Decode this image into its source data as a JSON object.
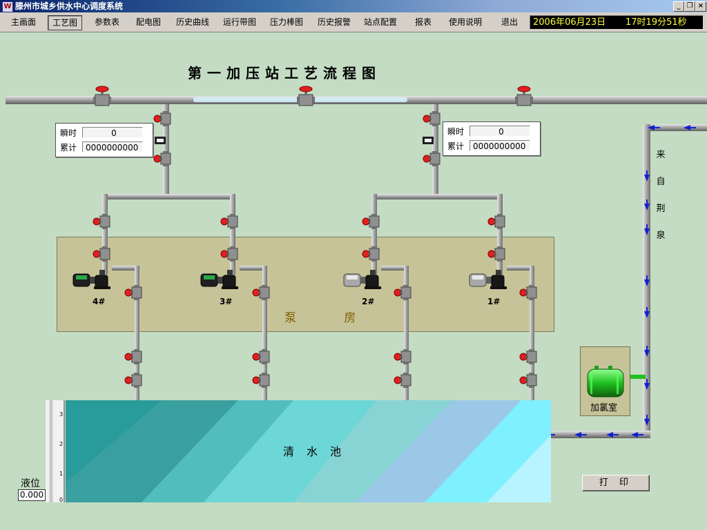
{
  "window": {
    "title": "滕州市城乡供水中心调度系统",
    "app_icon": "app-icon"
  },
  "menu": {
    "items": [
      "主画面",
      "工艺图",
      "参数表",
      "配电图",
      "历史曲线",
      "运行带图",
      "压力棒图",
      "历史报警",
      "站点配置",
      "报表",
      "使用说明",
      "退出"
    ],
    "selected": "工艺图"
  },
  "clock": {
    "date": "2006年06月23日",
    "time": "17时19分51秒"
  },
  "page": {
    "title": "第一加压站工艺流程图"
  },
  "meters": [
    {
      "instant_label": "瞬时",
      "instant_value": "0",
      "total_label": "累计",
      "total_value": "0000000000"
    },
    {
      "instant_label": "瞬时",
      "instant_value": "0",
      "total_label": "累计",
      "total_value": "0000000000"
    }
  ],
  "pumphouse": {
    "label": "泵 房",
    "pumps": [
      "4#",
      "3#",
      "2#",
      "1#"
    ]
  },
  "source": {
    "label_chars": [
      "来",
      "自",
      "荆",
      "泉"
    ]
  },
  "chlorine_room": {
    "label": "加氯室"
  },
  "reservoir": {
    "label": "清水池",
    "level_label": "液位",
    "level_value": "0.000",
    "scale_ticks": [
      "3",
      "2",
      "1",
      "0"
    ]
  },
  "print_button": {
    "label": "打 印"
  },
  "colors": {
    "background": "#c3dcc3",
    "pipe": "#a8a8a8",
    "valve_red": "#e02020",
    "flow_arrow": "#1020d0",
    "pumphouse_fill": "#c6c398",
    "reservoir_water": "#5ccccc",
    "chlorine_tank": "#20c020"
  }
}
